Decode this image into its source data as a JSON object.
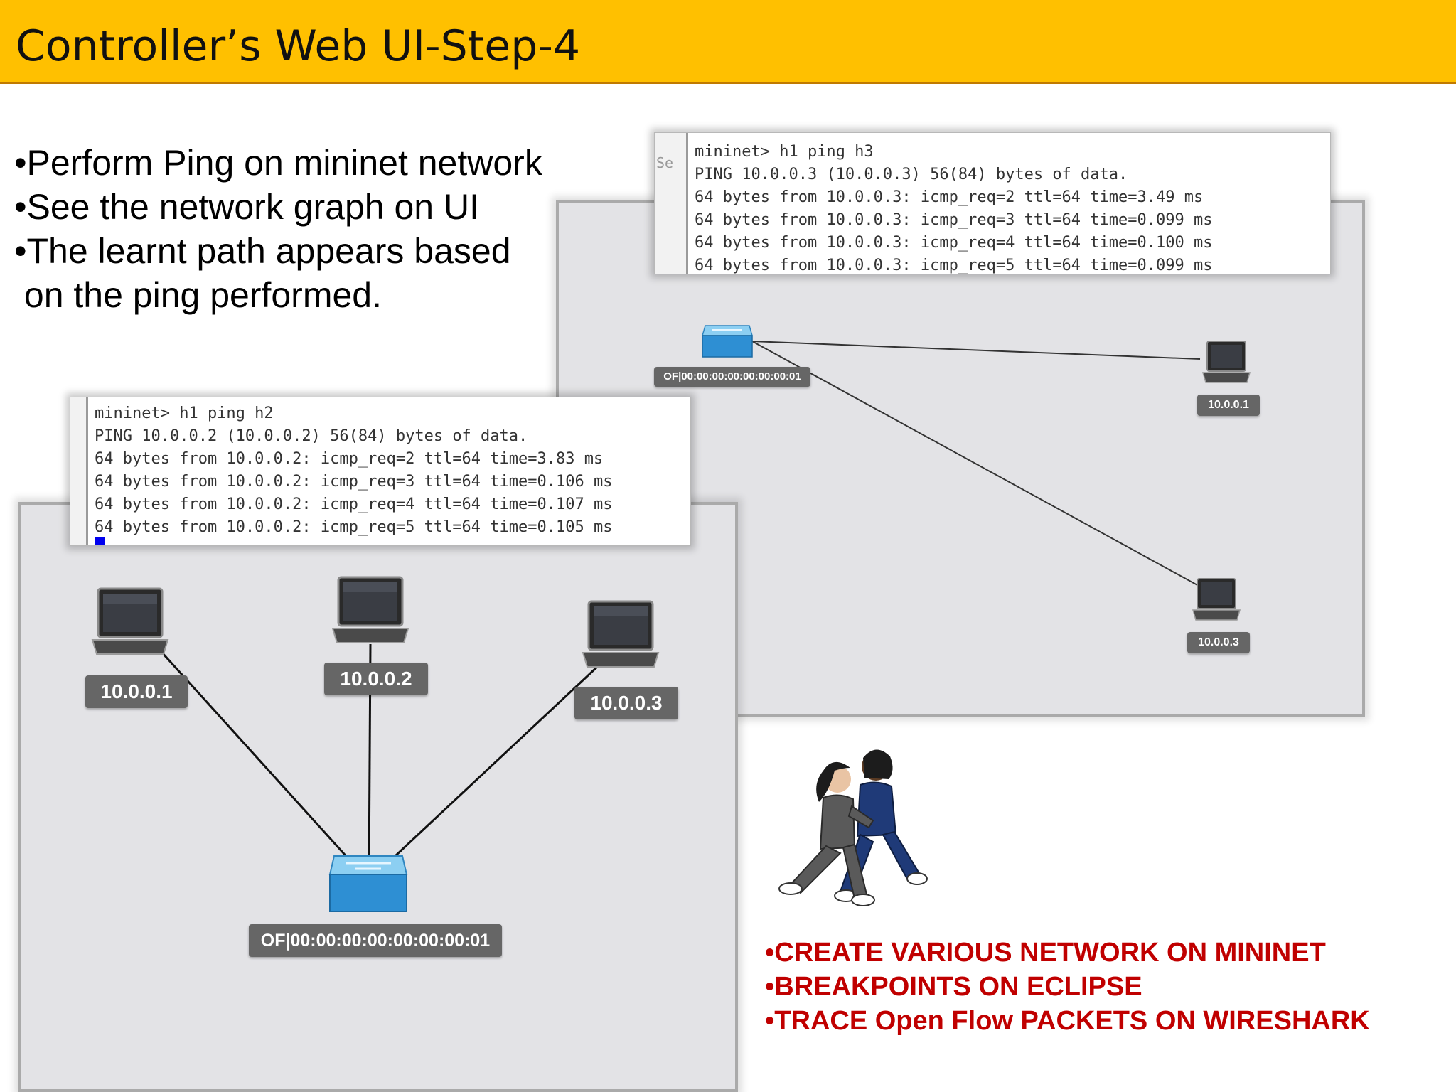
{
  "slide": {
    "title": "Controller’s Web UI-Step-4",
    "bullets": [
      "•Perform Ping on mininet network",
      "•See the network graph on UI",
      "•The learnt path appears based",
      " on the ping performed."
    ],
    "tips": [
      "•CREATE VARIOUS NETWORK ON MININET",
      "•BREAKPOINTS ON ECLIPSE",
      "•TRACE Open Flow PACKETS ON WIRESHARK"
    ],
    "title_color": "#ffc000",
    "tips_color": "#c00000"
  },
  "terminal_h3": {
    "lines": [
      "mininet> h1 ping h3",
      "PING 10.0.0.3 (10.0.0.3) 56(84) bytes of data.",
      "64 bytes from 10.0.0.3: icmp_req=2 ttl=64 time=3.49 ms",
      "64 bytes from 10.0.0.3: icmp_req=3 ttl=64 time=0.099 ms",
      "64 bytes from 10.0.0.3: icmp_req=4 ttl=64 time=0.100 ms",
      "64 bytes from 10.0.0.3: icmp_req=5 ttl=64 time=0.099 ms"
    ],
    "gutter_text": "Se"
  },
  "terminal_h2": {
    "lines": [
      "mininet> h1 ping h2",
      "PING 10.0.0.2 (10.0.0.2) 56(84) bytes of data.",
      "64 bytes from 10.0.0.2: icmp_req=2 ttl=64 time=3.83 ms",
      "64 bytes from 10.0.0.2: icmp_req=3 ttl=64 time=0.106 ms",
      "64 bytes from 10.0.0.2: icmp_req=4 ttl=64 time=0.107 ms",
      "64 bytes from 10.0.0.2: icmp_req=5 ttl=64 time=0.105 ms"
    ]
  },
  "graph_small": {
    "switch_label": "OF|00:00:00:00:00:00:00:01",
    "hosts": [
      "10.0.0.1",
      "10.0.0.3"
    ]
  },
  "graph_large": {
    "switch_label": "OF|00:00:00:00:00:00:00:01",
    "hosts": [
      "10.0.0.1",
      "10.0.0.2",
      "10.0.0.3"
    ]
  }
}
